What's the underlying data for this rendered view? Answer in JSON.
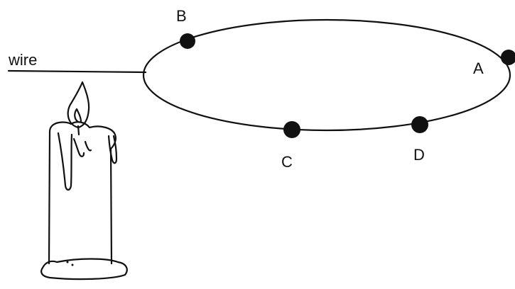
{
  "wire_label": "wire",
  "points": [
    {
      "id": "A",
      "label": "A"
    },
    {
      "id": "B",
      "label": "B"
    },
    {
      "id": "C",
      "label": "C"
    },
    {
      "id": "D",
      "label": "D"
    }
  ],
  "colors": {
    "ink": "#111111",
    "background": "#ffffff"
  },
  "icons": {
    "heat_source": "candle-icon",
    "flame": "flame-icon"
  }
}
